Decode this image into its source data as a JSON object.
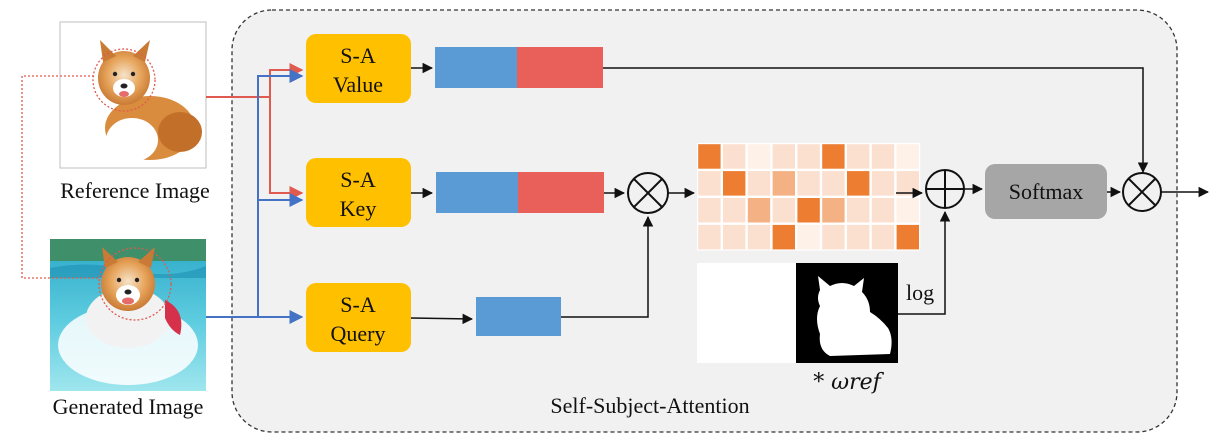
{
  "diagram": {
    "caption": "Self-Subject-Attention",
    "inputs": {
      "reference_label": "Reference Image",
      "generated_label": "Generated Image"
    },
    "blocks": {
      "value_line1": "S-A",
      "value_line2": "Value",
      "key_line1": "S-A",
      "key_line2": "Key",
      "query_line1": "S-A",
      "query_line2": "Query",
      "softmax": "Softmax"
    },
    "mask": {
      "log_label": "log",
      "weight_label": "* ωref"
    },
    "colors": {
      "sa_block": "#FFC000",
      "softmax_block": "#A6A6A6",
      "ref_token": "#E9605B",
      "gen_token": "#5B9BD5",
      "ref_arrow": "#E05A4F",
      "gen_arrow": "#4472C4",
      "panel_bg": "#F1F1F1",
      "heat_strong": "#ED7D31",
      "heat_mid": "#F4B183",
      "heat_light": "#FBE0D0"
    },
    "attention_map_levels": [
      [
        3,
        1,
        0,
        1,
        1,
        3,
        1,
        1,
        0
      ],
      [
        1,
        3,
        1,
        2,
        1,
        1,
        3,
        1,
        1
      ],
      [
        1,
        1,
        2,
        1,
        3,
        2,
        1,
        1,
        0
      ],
      [
        1,
        1,
        1,
        3,
        0,
        1,
        1,
        1,
        3
      ]
    ]
  }
}
